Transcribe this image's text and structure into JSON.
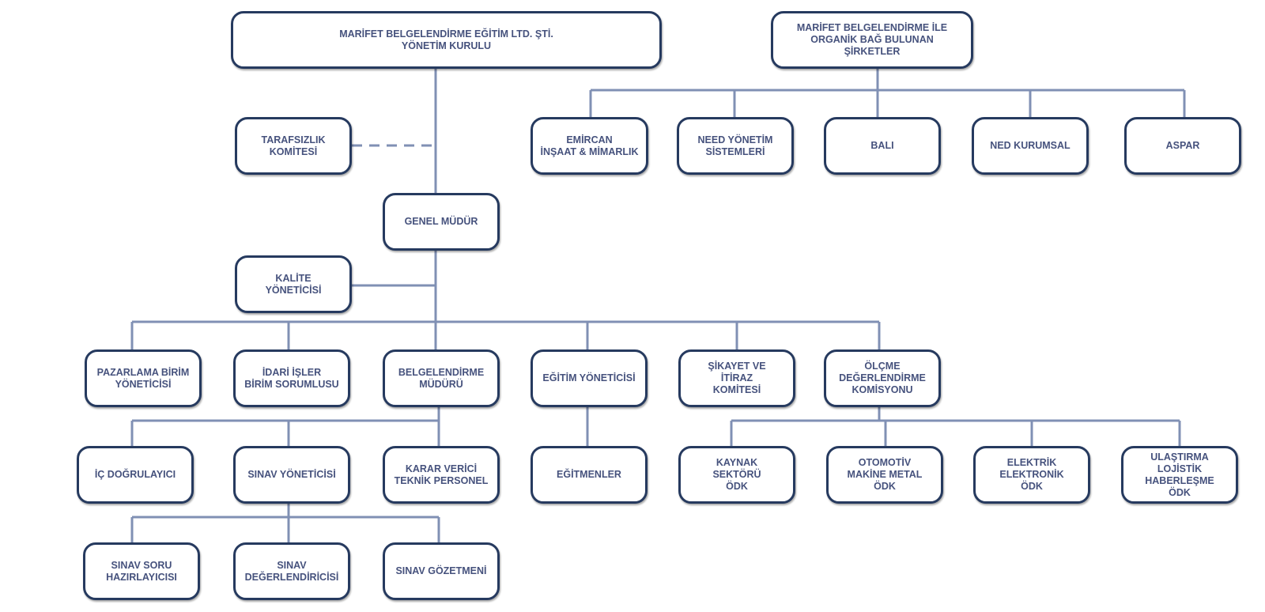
{
  "nodes": {
    "board": [
      "MARİFET BELGELENDİRME EĞİTİM LTD. ŞTİ.",
      "YÖNETİM KURULU"
    ],
    "affiliates_header": [
      "MARİFET BELGELENDİRME İLE",
      "ORGANİK BAĞ BULUNAN",
      "ŞİRKETLER"
    ],
    "emircan": [
      "EMİRCAN",
      "İNŞAAT & MİMARLIK"
    ],
    "need": [
      "NEED YÖNETİM",
      "SİSTEMLERİ"
    ],
    "bali": [
      "BALI"
    ],
    "ned": [
      "NED KURUMSAL"
    ],
    "aspar": [
      "ASPAR"
    ],
    "impartiality": [
      "TARAFSIZLIK",
      "KOMİTESİ"
    ],
    "general_manager": [
      "GENEL MÜDÜR"
    ],
    "quality_manager": [
      "KALİTE",
      "YÖNETİCİSİ"
    ],
    "marketing": [
      "PAZARLAMA BİRİM",
      "YÖNETİCİSİ"
    ],
    "admin": [
      "İDARİ İŞLER",
      "BİRİM SORUMLUSU"
    ],
    "certification": [
      "BELGELENDİRME",
      "MÜDÜRÜ"
    ],
    "training_manager": [
      "EĞİTİM YÖNETİCİSİ"
    ],
    "complaints": [
      "ŞİKAYET VE",
      "İTİRAZ",
      "KOMİTESİ"
    ],
    "assessment": [
      "ÖLÇME",
      "DEĞERLENDİRME",
      "KOMİSYONU"
    ],
    "internal_verifier": [
      "İÇ DOĞRULAYICI"
    ],
    "exam_manager": [
      "SINAV YÖNETİCİSİ"
    ],
    "decision_maker": [
      "KARAR VERİCİ",
      "TEKNİK PERSONEL"
    ],
    "trainers": [
      "EĞİTMENLER"
    ],
    "welding": [
      "KAYNAK",
      "SEKTÖRÜ",
      "ÖDK"
    ],
    "automotive": [
      "OTOMOTİV",
      "MAKİNE METAL",
      "ÖDK"
    ],
    "electrical": [
      "ELEKTRİK",
      "ELEKTRONİK",
      "ÖDK"
    ],
    "transport": [
      "ULAŞTIRMA",
      "LOJİSTİK",
      "HABERLEŞME",
      "ÖDK"
    ],
    "question_writer": [
      "SINAV SORU",
      "HAZIRLAYICISI"
    ],
    "evaluator": [
      "SINAV",
      "DEĞERLENDİRİCİSİ"
    ],
    "proctor": [
      "SINAV GÖZETMENİ"
    ]
  },
  "colors": {
    "box_border": "#263a5f",
    "connector": "#8090b4",
    "text": "#46527d"
  }
}
